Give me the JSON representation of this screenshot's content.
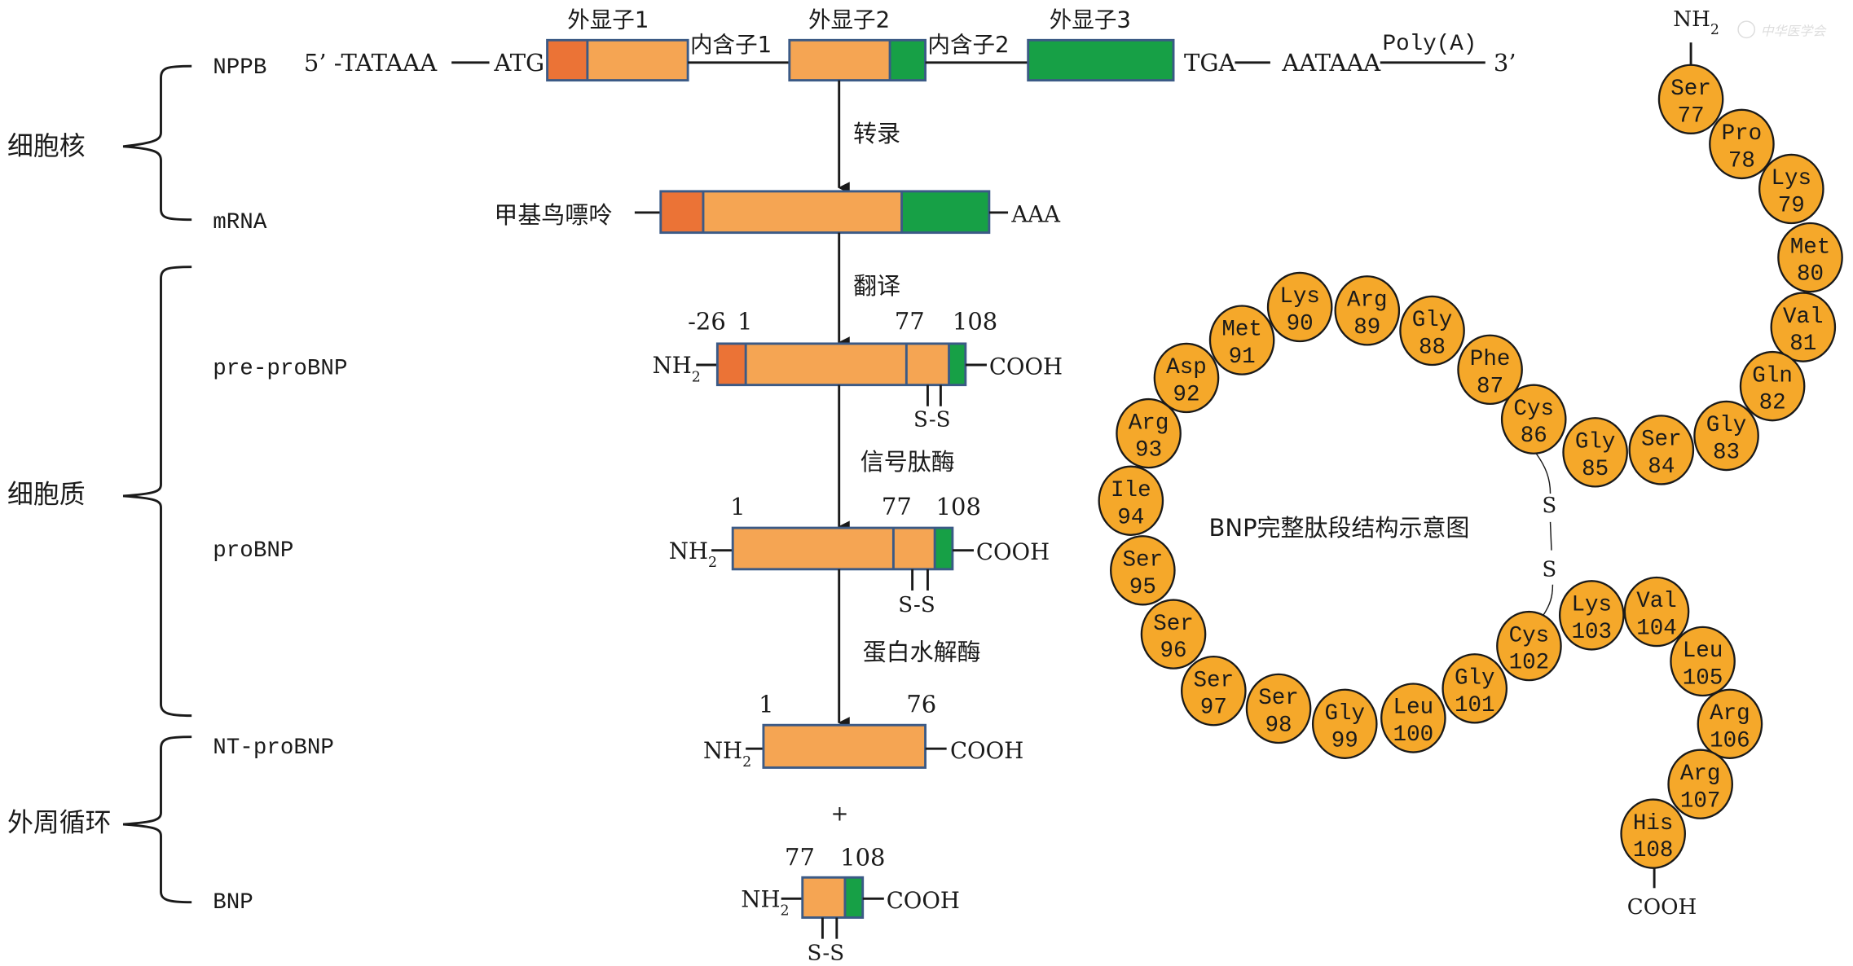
{
  "colors": {
    "signal_orange": "#eb7336",
    "light_orange": "#f5a553",
    "green": "#17a046",
    "box_border": "#3b5a86",
    "amino_acid_fill": "#f5a82a"
  },
  "compartments": {
    "nucleus": "细胞核",
    "cytoplasm": "细胞质",
    "circulation": "外周循环"
  },
  "rows": {
    "gene": "NPPB",
    "mrna": "mRNA",
    "pre_pro": "pre-proBNP",
    "pro": "proBNP",
    "nt_pro": "NT-proBNP",
    "bnp": "BNP"
  },
  "gene": {
    "five_prime": "5’ -TATAAA",
    "start_codon": "ATG",
    "exon1": "外显子1",
    "intron1": "内含子1",
    "exon2": "外显子2",
    "intron2": "内含子2",
    "exon3": "外显子3",
    "stop_codon": "TGA",
    "polya_signal": "AATAAA",
    "polya": "Poly(A)",
    "three_prime": "3’"
  },
  "mrna": {
    "cap": "甲基鸟嘌呤",
    "tail": "AAA"
  },
  "steps": {
    "transcription": "转录",
    "translation": "翻译",
    "signal_peptidase": "信号肽酶",
    "protease": "蛋白水解酶",
    "plus": "+"
  },
  "termini": {
    "nh2_main": "NH",
    "nh2_sub": "2",
    "cooh": "COOH",
    "disulfide": "S-S"
  },
  "positions": {
    "pre_pro": [
      "-26",
      "1",
      "77",
      "108"
    ],
    "pro": [
      "1",
      "77",
      "108"
    ],
    "nt_pro": [
      "1",
      "76"
    ],
    "bnp": [
      "77",
      "108"
    ]
  },
  "peptide": {
    "title": "BNP完整肽段结构示意图",
    "n_terminus": "NH",
    "n_terminus_sub": "2",
    "c_terminus": "COOH",
    "disulfide_s": "S",
    "residues": [
      {
        "name": "Ser",
        "num": "77"
      },
      {
        "name": "Pro",
        "num": "78"
      },
      {
        "name": "Lys",
        "num": "79"
      },
      {
        "name": "Met",
        "num": "80"
      },
      {
        "name": "Val",
        "num": "81"
      },
      {
        "name": "Gln",
        "num": "82"
      },
      {
        "name": "Gly",
        "num": "83"
      },
      {
        "name": "Ser",
        "num": "84"
      },
      {
        "name": "Gly",
        "num": "85"
      },
      {
        "name": "Cys",
        "num": "86"
      },
      {
        "name": "Phe",
        "num": "87"
      },
      {
        "name": "Gly",
        "num": "88"
      },
      {
        "name": "Arg",
        "num": "89"
      },
      {
        "name": "Lys",
        "num": "90"
      },
      {
        "name": "Met",
        "num": "91"
      },
      {
        "name": "Asp",
        "num": "92"
      },
      {
        "name": "Arg",
        "num": "93"
      },
      {
        "name": "Ile",
        "num": "94"
      },
      {
        "name": "Ser",
        "num": "95"
      },
      {
        "name": "Ser",
        "num": "96"
      },
      {
        "name": "Ser",
        "num": "97"
      },
      {
        "name": "Ser",
        "num": "98"
      },
      {
        "name": "Gly",
        "num": "99"
      },
      {
        "name": "Leu",
        "num": "100"
      },
      {
        "name": "Gly",
        "num": "101"
      },
      {
        "name": "Cys",
        "num": "102"
      },
      {
        "name": "Lys",
        "num": "103"
      },
      {
        "name": "Val",
        "num": "104"
      },
      {
        "name": "Leu",
        "num": "105"
      },
      {
        "name": "Arg",
        "num": "106"
      },
      {
        "name": "Arg",
        "num": "107"
      },
      {
        "name": "His",
        "num": "108"
      }
    ]
  },
  "watermark": "中华医学会"
}
